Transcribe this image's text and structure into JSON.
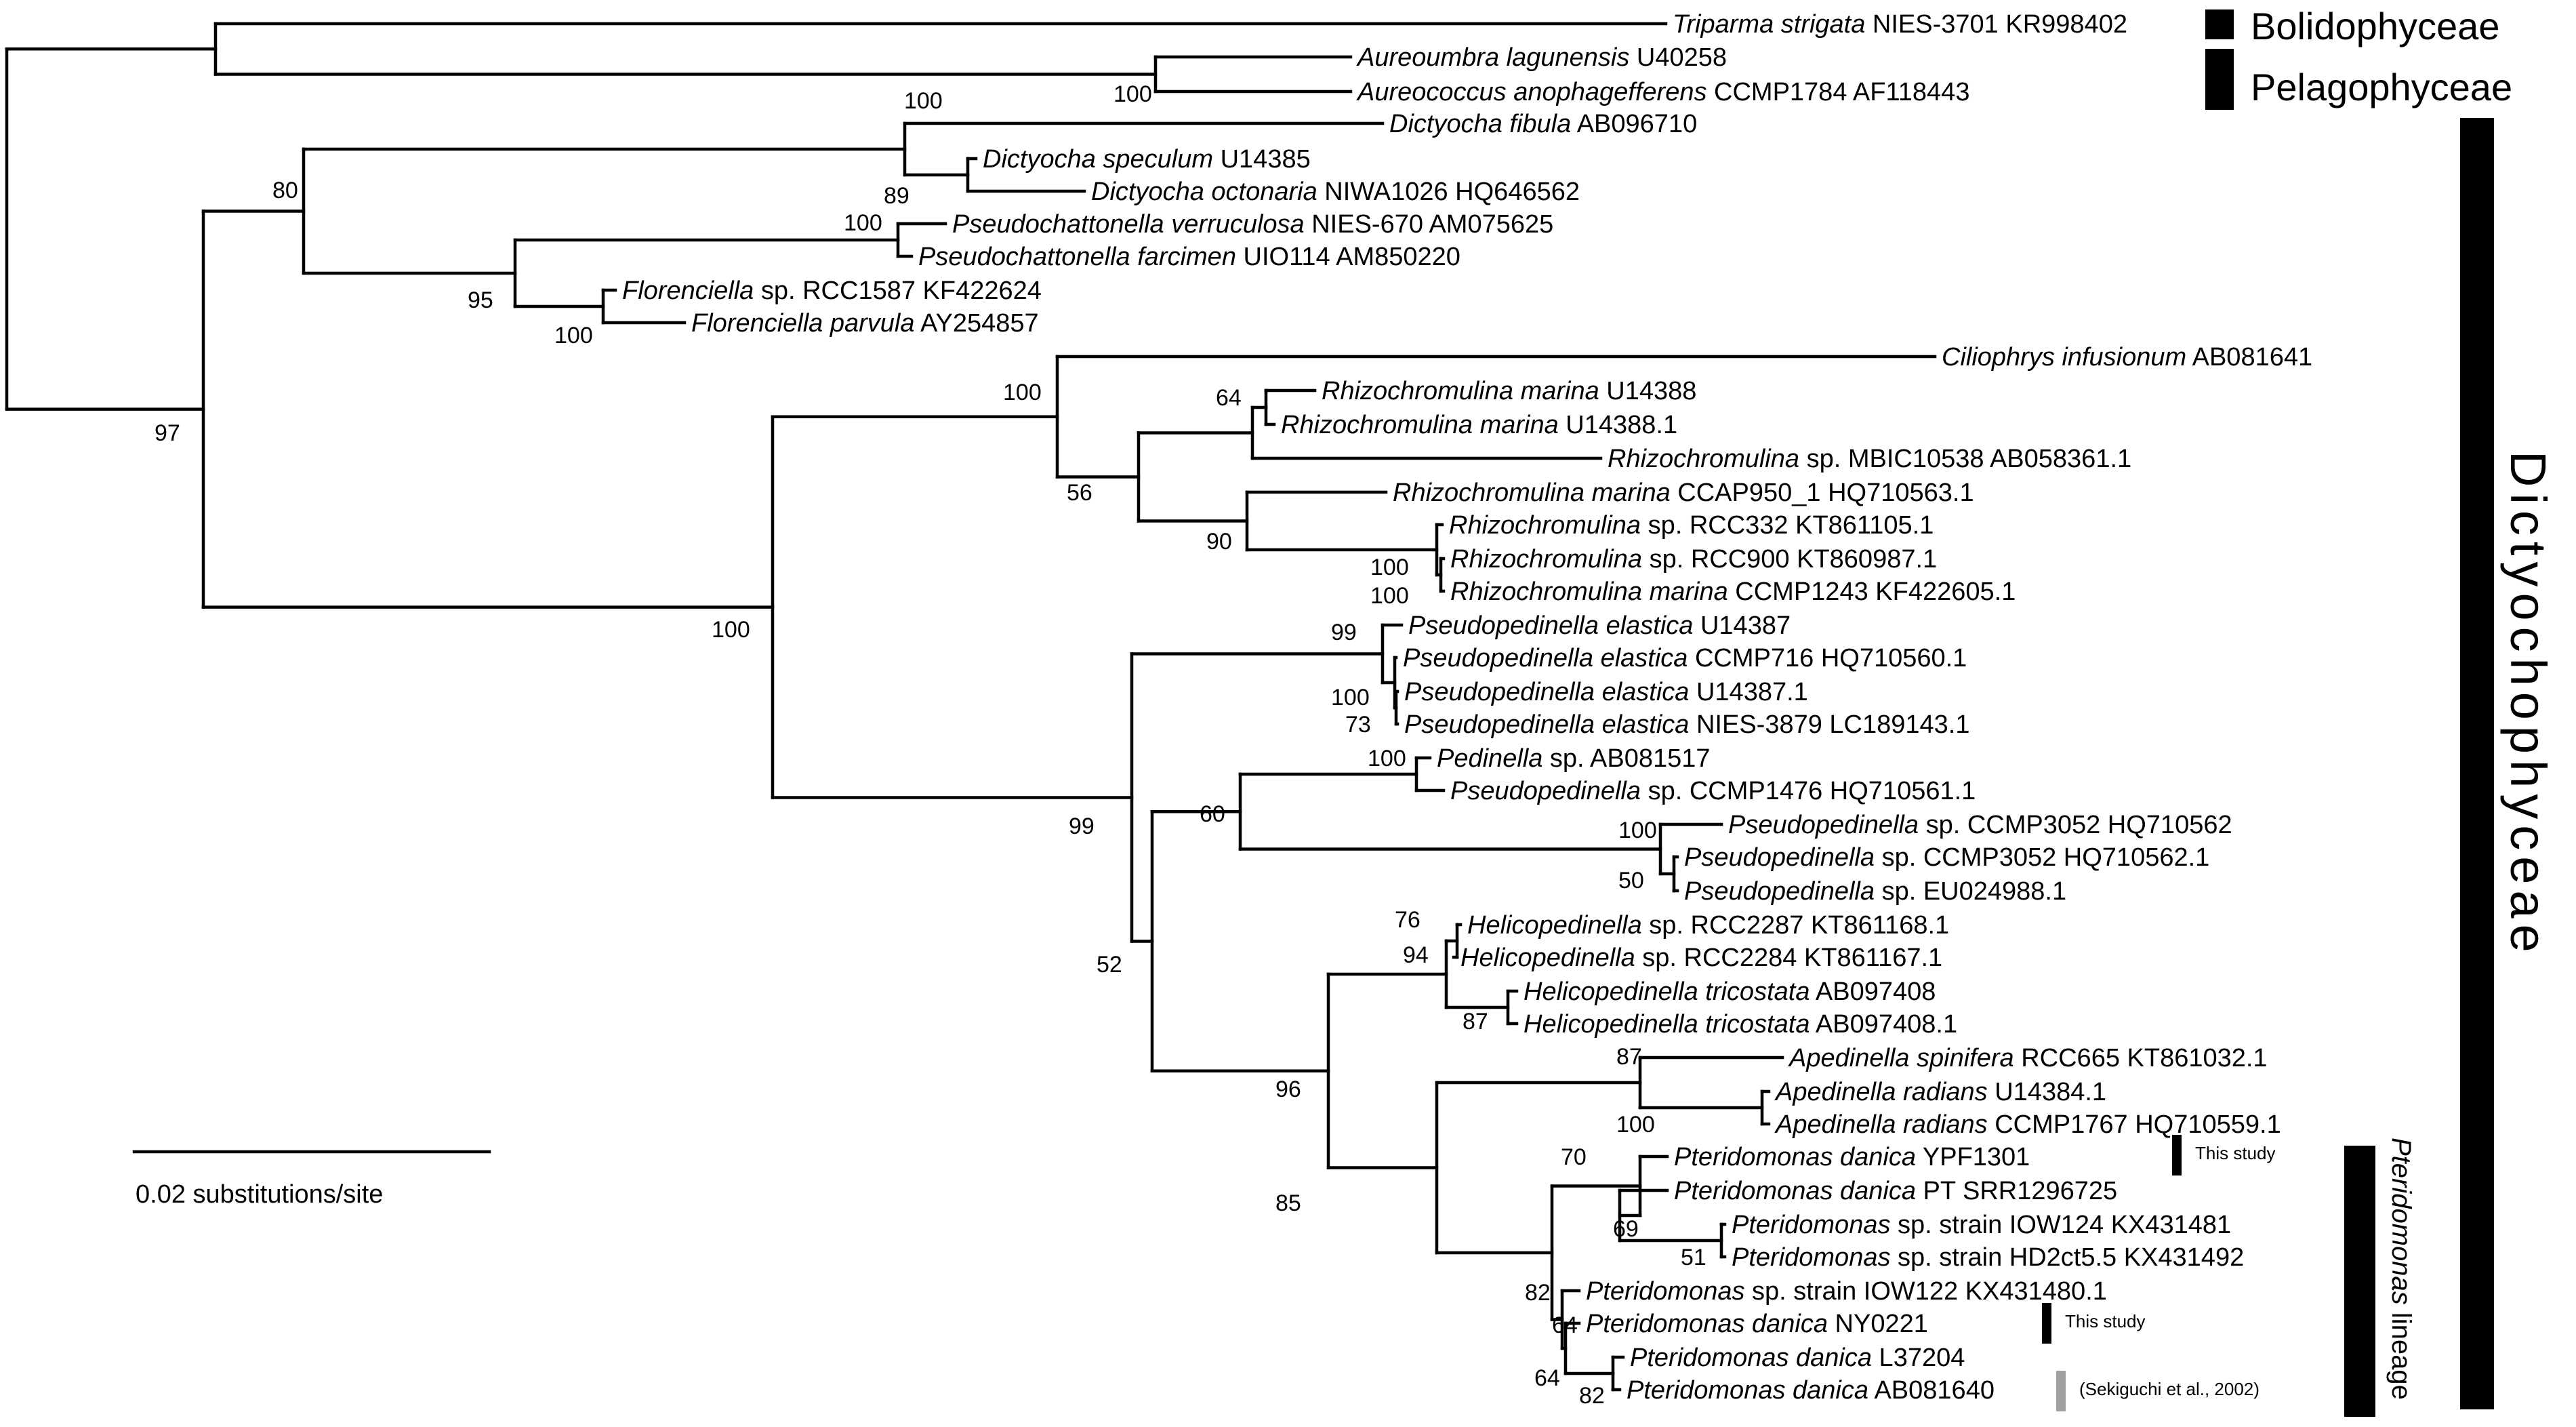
{
  "scale_bar": {
    "label": "0.02 substitutions/site"
  },
  "taxa": [
    {
      "genus": "Triparma",
      "epithet": "strigata",
      "rest": "NIES-3701 KR998402"
    },
    {
      "genus": "Aureoumbra",
      "epithet": "lagunensis",
      "rest": "U40258"
    },
    {
      "genus": "Aureococcus",
      "epithet": "anophagefferens",
      "rest": "CCMP1784 AF118443"
    },
    {
      "genus": "Dictyocha",
      "epithet": "fibula",
      "rest": "AB096710"
    },
    {
      "genus": "Dictyocha",
      "epithet": "speculum",
      "rest": "U14385"
    },
    {
      "genus": "Dictyocha",
      "epithet": "octonaria",
      "rest": "NIWA1026 HQ646562"
    },
    {
      "genus": "Pseudochattonella",
      "epithet": "verruculosa",
      "rest": "NIES-670 AM075625"
    },
    {
      "genus": "Pseudochattonella",
      "epithet": "farcimen",
      "rest": "UIO114 AM850220"
    },
    {
      "genus": "Florenciella",
      "epithet": "",
      "rest": "sp. RCC1587 KF422624"
    },
    {
      "genus": "Florenciella",
      "epithet": "parvula",
      "rest": "AY254857"
    },
    {
      "genus": "Ciliophrys",
      "epithet": "infusionum",
      "rest": "AB081641"
    },
    {
      "genus": "Rhizochromulina",
      "epithet": "marina",
      "rest": "U14388"
    },
    {
      "genus": "Rhizochromulina",
      "epithet": "marina",
      "rest": "U14388.1"
    },
    {
      "genus": "Rhizochromulina",
      "epithet": "",
      "rest": "sp. MBIC10538 AB058361.1"
    },
    {
      "genus": "Rhizochromulina",
      "epithet": "marina",
      "rest": "CCAP950_1 HQ710563.1"
    },
    {
      "genus": "Rhizochromulina",
      "epithet": "",
      "rest": "sp. RCC332 KT861105.1"
    },
    {
      "genus": "Rhizochromulina",
      "epithet": "",
      "rest": "sp. RCC900 KT860987.1"
    },
    {
      "genus": "Rhizochromulina",
      "epithet": "marina",
      "rest": "CCMP1243 KF422605.1"
    },
    {
      "genus": "Pseudopedinella",
      "epithet": "elastica",
      "rest": "U14387"
    },
    {
      "genus": "Pseudopedinella",
      "epithet": "elastica",
      "rest": "CCMP716 HQ710560.1"
    },
    {
      "genus": "Pseudopedinella",
      "epithet": "elastica",
      "rest": "U14387.1"
    },
    {
      "genus": "Pseudopedinella",
      "epithet": "elastica",
      "rest": "NIES-3879 LC189143.1"
    },
    {
      "genus": "Pedinella",
      "epithet": "",
      "rest": "sp. AB081517"
    },
    {
      "genus": "Pseudopedinella",
      "epithet": "",
      "rest": "sp. CCMP1476 HQ710561.1"
    },
    {
      "genus": "Pseudopedinella",
      "epithet": "",
      "rest": "sp. CCMP3052 HQ710562"
    },
    {
      "genus": "Pseudopedinella",
      "epithet": "",
      "rest": "sp. CCMP3052 HQ710562.1"
    },
    {
      "genus": "Pseudopedinella",
      "epithet": "",
      "rest": "sp. EU024988.1"
    },
    {
      "genus": "Helicopedinella",
      "epithet": "",
      "rest": "sp. RCC2287 KT861168.1"
    },
    {
      "genus": "Helicopedinella",
      "epithet": "",
      "rest": "sp. RCC2284 KT861167.1"
    },
    {
      "genus": "Helicopedinella",
      "epithet": "tricostata",
      "rest": "AB097408"
    },
    {
      "genus": "Helicopedinella",
      "epithet": "tricostata",
      "rest": "AB097408.1"
    },
    {
      "genus": "Apedinella",
      "epithet": "spinifera",
      "rest": "RCC665 KT861032.1"
    },
    {
      "genus": "Apedinella",
      "epithet": "radians",
      "rest": "U14384.1"
    },
    {
      "genus": "Apedinella",
      "epithet": "radians",
      "rest": "CCMP1767 HQ710559.1"
    },
    {
      "genus": "Pteridomonas",
      "epithet": "danica",
      "rest": "YPF1301"
    },
    {
      "genus": "Pteridomonas",
      "epithet": "danica",
      "rest": "PT SRR1296725"
    },
    {
      "genus": "Pteridomonas",
      "epithet": "",
      "rest": "sp. strain IOW124 KX431481"
    },
    {
      "genus": "Pteridomonas",
      "epithet": "",
      "rest": "sp. strain HD2ct5.5 KX431492"
    },
    {
      "genus": "Pteridomonas",
      "epithet": "",
      "rest": "sp. strain IOW122 KX431480.1"
    },
    {
      "genus": "Pteridomonas",
      "epithet": "danica",
      "rest": "NY0221"
    },
    {
      "genus": "Pteridomonas",
      "epithet": "danica",
      "rest": "L37204"
    },
    {
      "genus": "Pteridomonas",
      "epithet": "danica",
      "rest": "AB081640"
    }
  ],
  "support_values": [
    "100",
    "100",
    "89",
    "80",
    "100",
    "95",
    "100",
    "97",
    "100",
    "64",
    "56",
    "90",
    "100",
    "100",
    "100",
    "99",
    "100",
    "73",
    "100",
    "60",
    "99",
    "100",
    "50",
    "52",
    "76",
    "94",
    "87",
    "96",
    "87",
    "100",
    "85",
    "70",
    "69",
    "51",
    "82",
    "64",
    "64",
    "82"
  ],
  "groups": {
    "bolidophyceae": "Bolidophyceae",
    "pelagophyceae": "Pelagophyceae",
    "dictyochophyceae": "Dictyochophyceae",
    "pteridomonas_genus": "Pteridomonas",
    "pteridomonas_suffix": " lineage"
  },
  "notes": {
    "this_study_1": "This study",
    "this_study_2": "This study",
    "sekiguchi": "(Sekiguchi et al., 2002)"
  },
  "colors": {
    "branch": "#000000",
    "group_bar": "#000000",
    "literature_bar": "#a0a0a0"
  }
}
